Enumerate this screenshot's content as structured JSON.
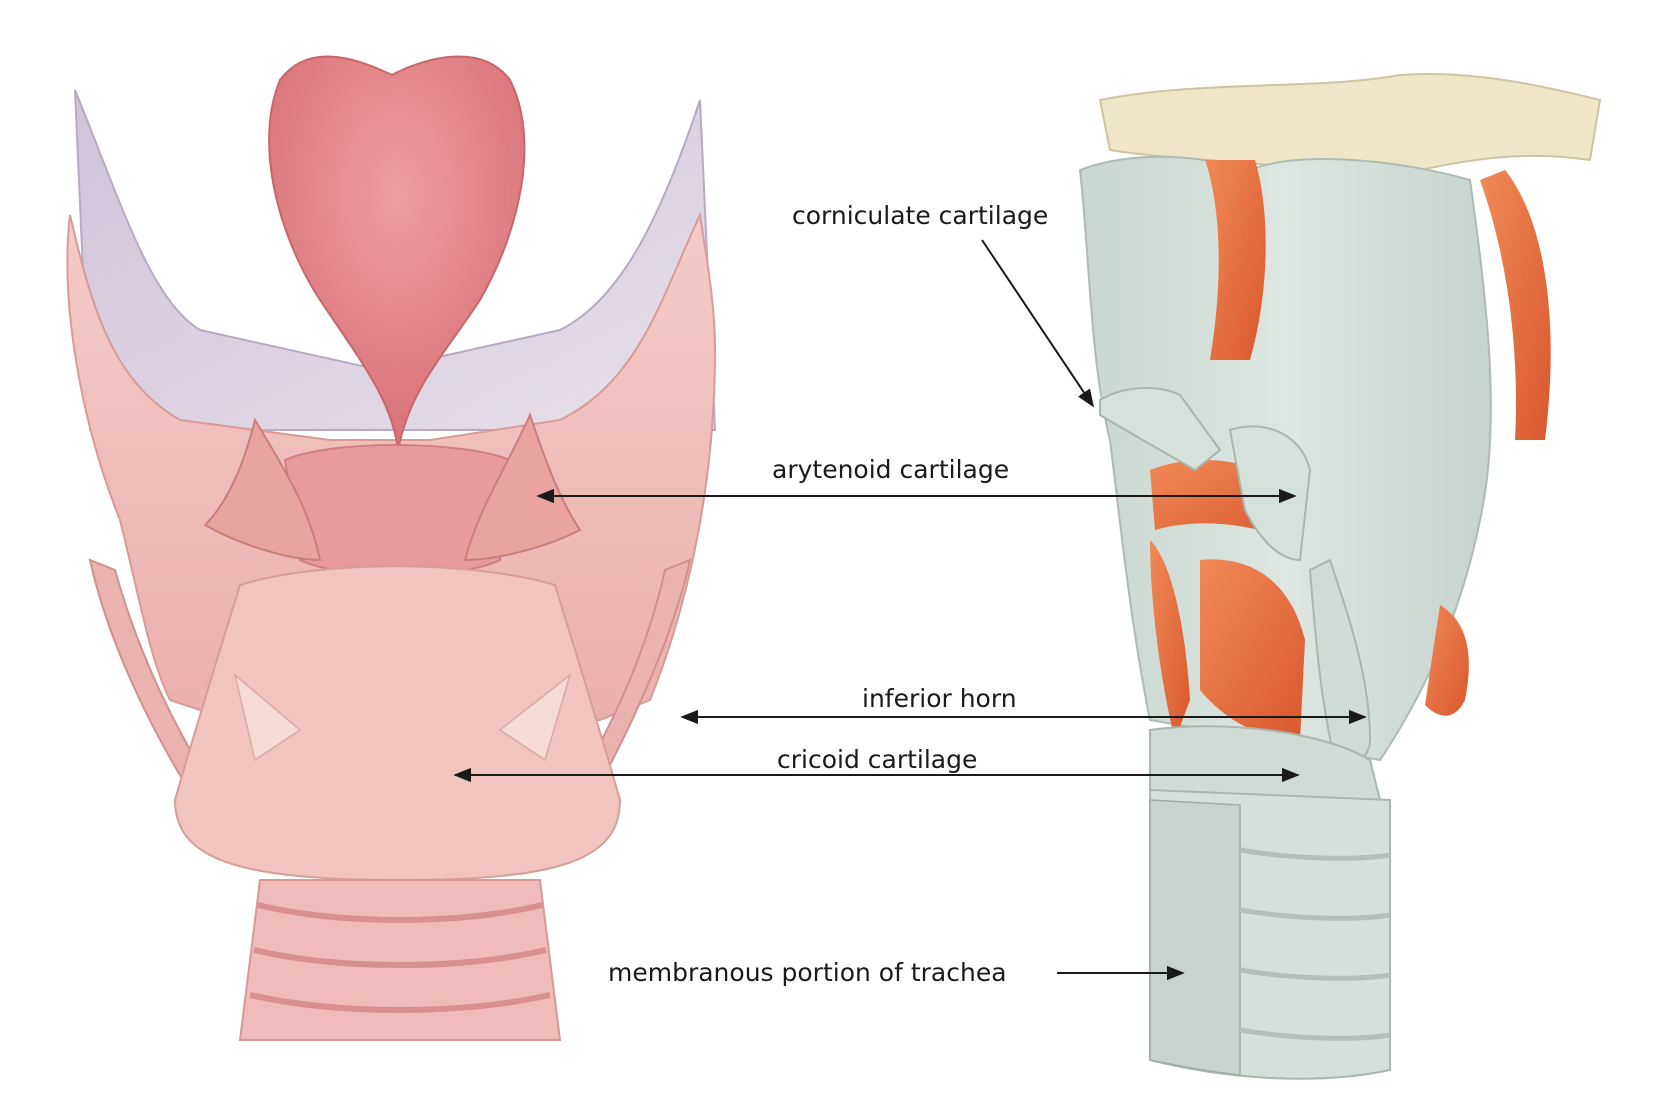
{
  "labels": {
    "corniculate": "corniculate cartilage",
    "arytenoid": "arytenoid cartilage",
    "inferior_horn": "inferior horn",
    "cricoid": "cricoid cartilage",
    "membranous": "membranous portion of trachea"
  },
  "colors": {
    "background": "#ffffff",
    "tissue_pink": "#f2c2c0",
    "tissue_pink_dark": "#e39a9b",
    "epiglottis": "#e5888c",
    "membrane_lilac": "#d9cfe0",
    "model_gray_green": "#d3ded8",
    "model_bone": "#efe6c8",
    "muscle_orange": "#ec7343",
    "arrow": "#1a1a1a"
  }
}
